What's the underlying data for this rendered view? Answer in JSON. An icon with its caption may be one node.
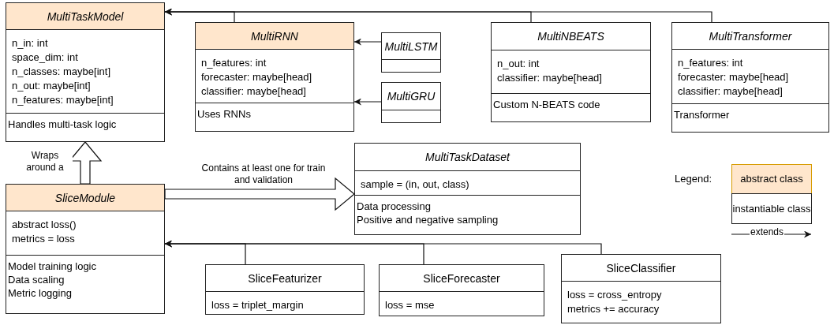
{
  "diagram": {
    "nodes": [
      {
        "text": [
          "MultiTaskModel",
          "n_in: int",
          "space_dim: int",
          "n_classes: maybe[int]",
          "n_out: maybe[int]",
          "n_features: maybe[int]",
          "Handles multi-task logic"
        ]
      },
      {
        "text": [
          "MultiRNN",
          "n_features: int",
          "forecaster: maybe[head]",
          "classifier: maybe[head]",
          "Uses RNNs"
        ]
      },
      {
        "text": [
          "MultiLSTM"
        ]
      },
      {
        "text": [
          "MultiGRU"
        ]
      },
      {
        "text": [
          "MultiNBEATS",
          "n_out: int",
          "classifier: maybe[head]",
          "Custom N-BEATS code"
        ]
      },
      {
        "text": [
          "MultiTransformer",
          "n_features: int",
          "forecaster: maybe[head]",
          "classifier: maybe[head]",
          "Transformer"
        ]
      },
      {
        "text": [
          "SliceModule",
          "abstract loss()",
          "metrics = loss",
          "Model training logic",
          "Data scaling",
          "Metric logging"
        ]
      },
      {
        "text": [
          "MultiTaskDataset",
          "sample = (in, out, class)",
          "Data processing",
          "Positive and negative sampling"
        ]
      },
      {
        "text": [
          "SliceFeaturizer",
          "loss = triplet_margin"
        ]
      },
      {
        "text": [
          "SliceForecaster",
          "loss = mse"
        ]
      },
      {
        "text": [
          "SliceClassifier",
          "loss = cross_entropy",
          "metrics += accuracy"
        ]
      }
    ],
    "edges": [
      {
        "from": 1,
        "to": 0,
        "arrow": "to"
      },
      {
        "from": 4,
        "to": 0,
        "arrow": "to"
      },
      {
        "from": 5,
        "to": 0,
        "arrow": "to"
      },
      {
        "from": 2,
        "to": 1,
        "arrow": "to"
      },
      {
        "from": 3,
        "to": 1,
        "arrow": "to"
      },
      {
        "from": 6,
        "to": 0,
        "arrow": "to",
        "label": "Wraps around a",
        "style": "thick"
      },
      {
        "from": 6,
        "to": 7,
        "arrow": "to",
        "label": "Contains at least one for train and validation",
        "style": "thick"
      },
      {
        "from": 8,
        "to": 6,
        "arrow": "to"
      },
      {
        "from": 9,
        "to": 6,
        "arrow": "to"
      },
      {
        "from": 10,
        "to": 6,
        "arrow": "to"
      }
    ],
    "labels": [
      "Legend:"
    ],
    "legend": [
      {
        "text": "abstract class",
        "color": "#ffe6cc"
      },
      {
        "text": "instantiable class",
        "color": "#ffffff"
      },
      {
        "text": "extends"
      }
    ]
  }
}
